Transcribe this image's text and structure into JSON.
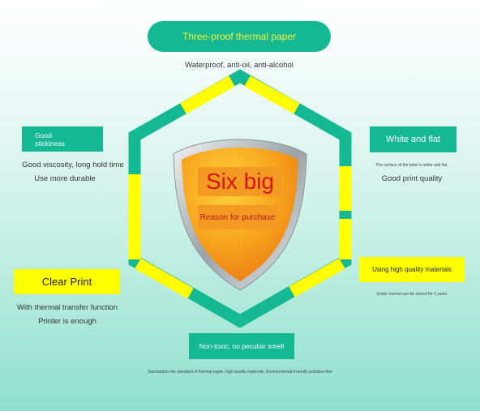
{
  "title_pill": "Three-proof thermal paper",
  "title_sub": "Waterproof, anti-oil, anti-alcohol",
  "left_top": {
    "tag": "Good\nstickiness",
    "line1": "Good viscosity, long hold time",
    "line2": "Use more durable"
  },
  "right_top": {
    "tag": "White and flat",
    "small": "The surface of the label is white and flat.",
    "line1": "Good print quality"
  },
  "left_bottom": {
    "tag": "Clear Print",
    "line1": "With thermal transfer function",
    "line2": "Printer is enough"
  },
  "right_bottom": {
    "tag": "Using high quality materials",
    "small": "Under normal can be stored for 2 years"
  },
  "bottom": {
    "tag": "Non-toxic, no peculiar smell",
    "small": "Standardize the standard of thermal paper, high-quality materials, Environmental-Friendly pollution-free"
  },
  "shield": {
    "title": "Six big",
    "subtitle": "Reason for purchase"
  },
  "colors": {
    "green": "#14b994",
    "yellow": "#ffff00",
    "shield_orange": "#f59a1b",
    "shield_text": "#d8141b"
  }
}
